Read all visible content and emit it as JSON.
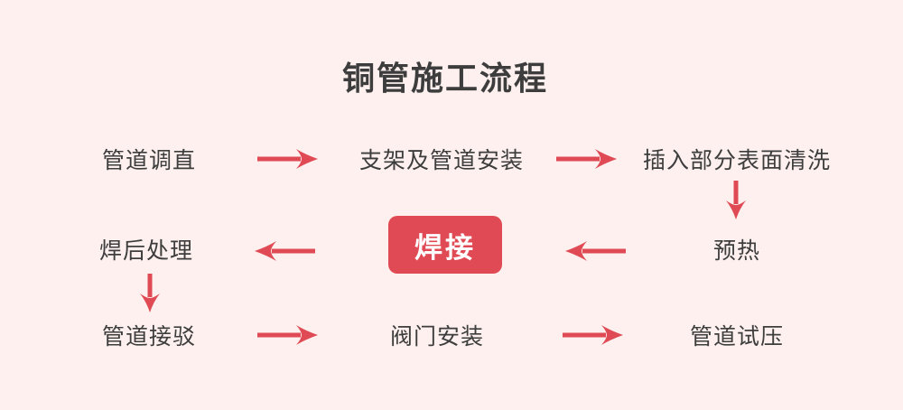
{
  "colors": {
    "background": "#fdf0ee",
    "accent": "#e04a54",
    "ink": "#3d3d3d",
    "welding_text": "#ffffff"
  },
  "title": "铜管施工流程",
  "flow": {
    "steps": [
      {
        "id": "pipe-straightening",
        "label": "管道调直"
      },
      {
        "id": "bracket-pipe-install",
        "label": "支架及管道安装"
      },
      {
        "id": "surface-cleaning",
        "label": "插入部分表面清洗"
      },
      {
        "id": "preheating",
        "label": "预热"
      },
      {
        "id": "welding",
        "label": "焊接"
      },
      {
        "id": "post-weld-treatment",
        "label": "焊后处理"
      },
      {
        "id": "pipe-connection",
        "label": "管道接驳"
      },
      {
        "id": "valve-installation",
        "label": "阀门安装"
      },
      {
        "id": "pressure-testing",
        "label": "管道试压"
      }
    ]
  }
}
